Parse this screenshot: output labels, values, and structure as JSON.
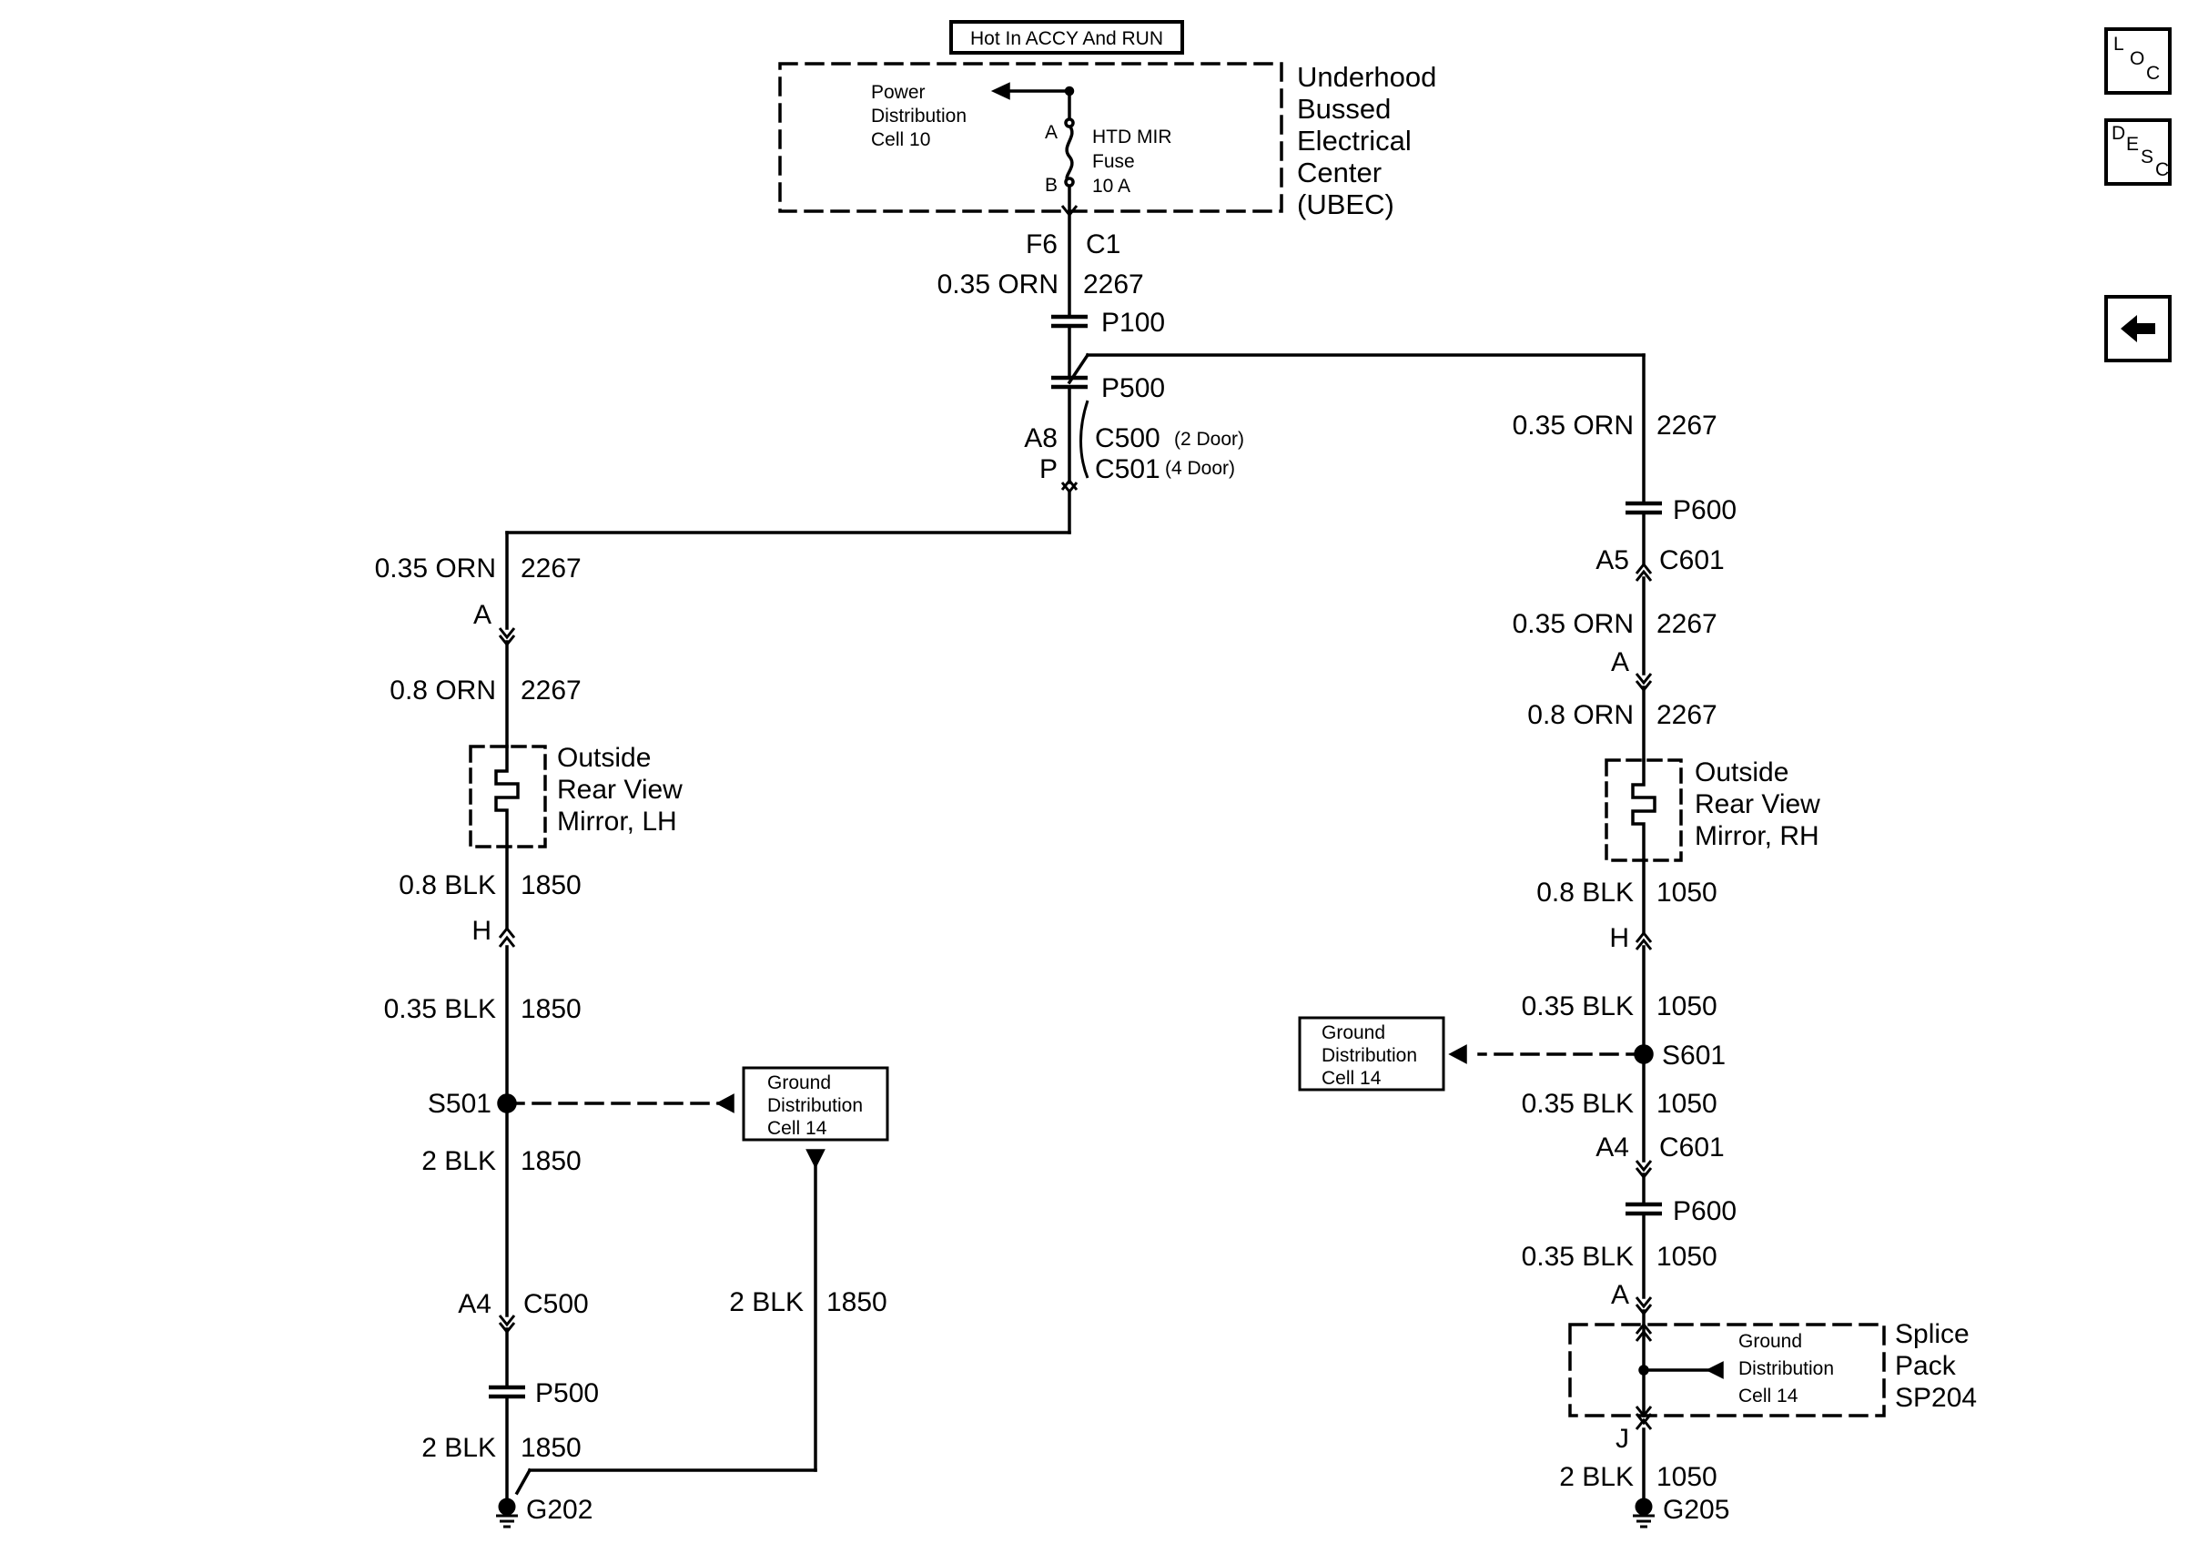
{
  "nav": {
    "loc": {
      "l1": "L",
      "l2": "O",
      "l3": "C"
    },
    "desc": {
      "l1": "D",
      "l2": "E",
      "l3": "S",
      "l4": "C"
    },
    "back_icon": "left-arrow-icon"
  },
  "header": {
    "banner": "Hot In ACCY And RUN"
  },
  "ubec": {
    "title": [
      "Underhood",
      "Bussed",
      "Electrical",
      "Center",
      "(UBEC)"
    ],
    "power_dist": [
      "Power",
      "Distribution",
      "Cell 10"
    ],
    "fuse": [
      "HTD MIR",
      "Fuse",
      "10 A"
    ],
    "pin_a": "A",
    "pin_b": "B",
    "out_pin": "F6",
    "out_conn": "C1"
  },
  "trunk": {
    "wire1": "0.35 ORN",
    "circuit1": "2267",
    "p100": "P100",
    "p500_top": "P500",
    "pin_a8": "A8",
    "pin_p": "P",
    "c500": "C500",
    "c500_note": "(2 Door)",
    "c501": "C501",
    "c501_note": "(4 Door)"
  },
  "left": {
    "w1": "0.35 ORN",
    "c1": "2267",
    "pin_a": "A",
    "w2": "0.8 ORN",
    "c2": "2267",
    "mirror": [
      "Outside",
      "Rear View",
      "Mirror, LH"
    ],
    "w3": "0.8 BLK",
    "c3": "1850",
    "pin_h": "H",
    "w4": "0.35 BLK",
    "c4": "1850",
    "splice": "S501",
    "ground_ref": [
      "Ground",
      "Distribution",
      "Cell 14"
    ],
    "w5": "2 BLK",
    "c5": "1850",
    "pin_a4": "A4",
    "conn": "C500",
    "p500": "P500",
    "w6": "2 BLK",
    "c6": "1850",
    "w7": "2 BLK",
    "c7": "1850",
    "ground": "G202"
  },
  "right": {
    "w1": "0.35 ORN",
    "c1": "2267",
    "p600_top": "P600",
    "pin_a5": "A5",
    "conn_a5": "C601",
    "w2": "0.35 ORN",
    "c2": "2267",
    "pin_a": "A",
    "w3": "0.8 ORN",
    "c3": "2267",
    "mirror": [
      "Outside",
      "Rear View",
      "Mirror, RH"
    ],
    "w4": "0.8 BLK",
    "c4": "1050",
    "pin_h": "H",
    "w5": "0.35 BLK",
    "c5": "1050",
    "splice": "S601",
    "ground_ref": [
      "Ground",
      "Distribution",
      "Cell 14"
    ],
    "w6": "0.35 BLK",
    "c6": "1050",
    "pin_a4": "A4",
    "conn_a4": "C601",
    "p600_bot": "P600",
    "w7": "0.35 BLK",
    "c7": "1050",
    "pin_a_sp": "A",
    "sp_ground_ref": [
      "Ground",
      "Distribution",
      "Cell 14"
    ],
    "splice_pack": [
      "Splice",
      "Pack",
      "SP204"
    ],
    "pin_j": "J",
    "w8": "2 BLK",
    "c8": "1050",
    "ground": "G205"
  }
}
